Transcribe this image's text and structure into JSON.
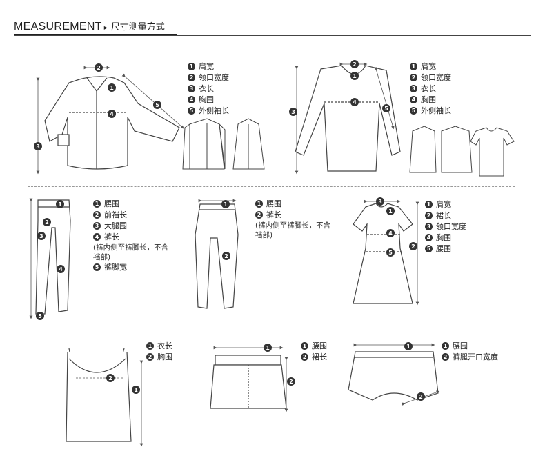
{
  "header": {
    "title_en": "MEASUREMENT",
    "arrow": "▸",
    "title_cn": "尺寸测量方式"
  },
  "panels": {
    "shirt": {
      "legend": [
        "肩宽",
        "领口宽度",
        "衣长",
        "胸围",
        "外侧袖长"
      ]
    },
    "tee": {
      "legend": [
        "肩宽",
        "领口宽度",
        "衣长",
        "胸围",
        "外侧袖长"
      ]
    },
    "jeans": {
      "legend": [
        "腰围",
        "前裆长",
        "大腿围",
        "裤长"
      ],
      "note": "(裤内侧至裤脚长，不含裆部)",
      "legend_extra": "裤脚宽"
    },
    "leggings": {
      "legend": [
        "腰围",
        "裤长"
      ],
      "note": "(裤内侧至裤脚长，不含裆部)"
    },
    "dress": {
      "legend": [
        "肩宽",
        "裙长",
        "领口宽度",
        "胸围",
        "腰围"
      ]
    },
    "camisole": {
      "legend": [
        "衣长",
        "胸围"
      ]
    },
    "skirt": {
      "legend": [
        "腰围",
        "裙长"
      ]
    },
    "shorts": {
      "legend": [
        "腰围",
        "裤腿开口宽度"
      ]
    }
  }
}
